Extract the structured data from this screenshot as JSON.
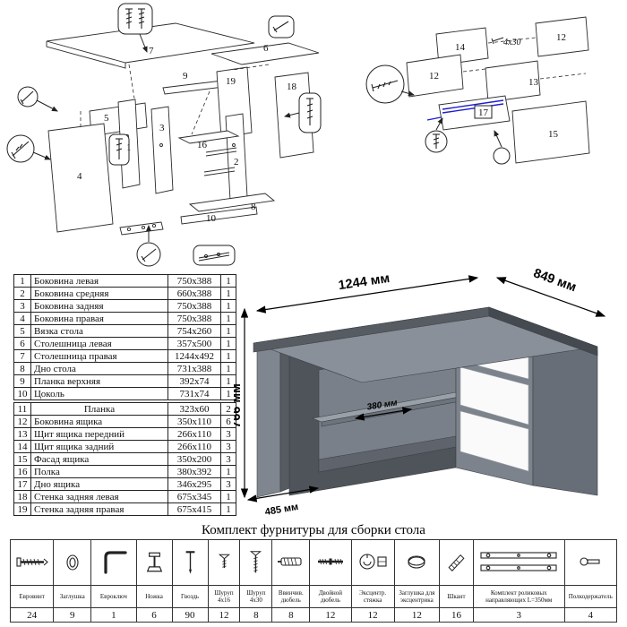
{
  "colors": {
    "highlight_blue": "#2222cc",
    "desk_gray": "#8a9099",
    "desk_gray_dark": "#575c63",
    "drawer_white": "#fafafa"
  },
  "diagrams": {
    "left": {
      "labels": [
        "7",
        "6",
        "9",
        "19",
        "18",
        "5",
        "3",
        "16",
        "1",
        "2",
        "4",
        "10",
        "8"
      ]
    },
    "right": {
      "labels": [
        "14",
        "12",
        "12",
        "13",
        "15",
        "17"
      ],
      "screw_size": "4x30"
    }
  },
  "parts_table": {
    "rows": [
      [
        "1",
        "Боковина левая",
        "750x388",
        "1"
      ],
      [
        "2",
        "Боковина средняя",
        "660x388",
        "1"
      ],
      [
        "3",
        "Боковина задняя",
        "750x388",
        "1"
      ],
      [
        "4",
        "Боковина правая",
        "750x388",
        "1"
      ],
      [
        "5",
        "Вязка стола",
        "754x260",
        "1"
      ],
      [
        "6",
        "Столешница левая",
        "357x500",
        "1"
      ],
      [
        "7",
        "Столешница правая",
        "1244x492",
        "1"
      ],
      [
        "8",
        "Дно стола",
        "731x388",
        "1"
      ],
      [
        "9",
        "Планка верхняя",
        "392x74",
        "1"
      ],
      [
        "10",
        "Цоколь",
        "731x74",
        "1"
      ]
    ],
    "rows2": [
      [
        "11",
        "Планка",
        "323x60",
        "2"
      ],
      [
        "12",
        "Боковина ящика",
        "350x110",
        "6"
      ],
      [
        "13",
        "Щит ящика передний",
        "266x110",
        "3"
      ],
      [
        "14",
        "Щит ящика задний",
        "266x110",
        "3"
      ],
      [
        "15",
        "Фасад ящика",
        "350x200",
        "3"
      ],
      [
        "16",
        "Полка",
        "380x392",
        "1"
      ],
      [
        "17",
        "Дно ящика",
        "346x295",
        "3"
      ],
      [
        "18",
        "Стенка задняя левая",
        "675x345",
        "1"
      ],
      [
        "19",
        "Стенка задняя правая",
        "675x415",
        "1"
      ]
    ]
  },
  "desk": {
    "width": "1244 мм",
    "depth": "849 мм",
    "height": "766 мм",
    "shelf_depth": "380 мм",
    "front_depth": "485 мм"
  },
  "hardware": {
    "title": "Комплект фурнитуры для сборки стола",
    "items": [
      {
        "label": "Евровинт",
        "qty": "24"
      },
      {
        "label": "Заглушка",
        "qty": "9"
      },
      {
        "label": "Евроключ",
        "qty": "1"
      },
      {
        "label": "Ножка",
        "qty": "6"
      },
      {
        "label": "Гвоздь",
        "qty": "90"
      },
      {
        "label": "Шуруп 4x16",
        "qty": "12"
      },
      {
        "label": "Шуруп 4x30",
        "qty": "8"
      },
      {
        "label": "Ввинчив. дюбель",
        "qty": "8"
      },
      {
        "label": "Двойной дюбель",
        "qty": "12"
      },
      {
        "label": "Эксцентр. стяжка",
        "qty": "12"
      },
      {
        "label": "Заглушка для эксцентрика",
        "qty": "12"
      },
      {
        "label": "Шкант",
        "qty": "16"
      },
      {
        "label": "Комплект роликовых направляющих L=350мм",
        "qty": "3"
      },
      {
        "label": "Полкодержатель",
        "qty": "4"
      }
    ]
  }
}
